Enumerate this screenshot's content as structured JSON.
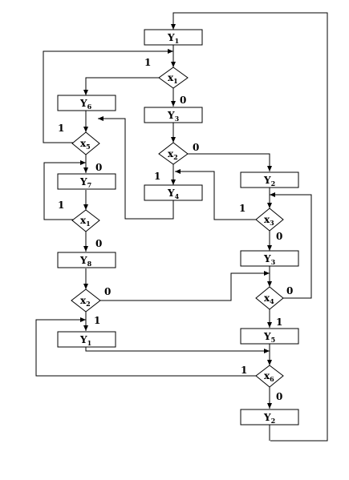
{
  "nodes": {
    "y1_top": {
      "base": "Y",
      "sub": "1"
    },
    "x1_top": {
      "base": "x",
      "sub": "1"
    },
    "y6": {
      "base": "Y",
      "sub": "6"
    },
    "y3_a": {
      "base": "Y",
      "sub": "3"
    },
    "x5": {
      "base": "x",
      "sub": "5"
    },
    "x2_a": {
      "base": "x",
      "sub": "2"
    },
    "y7": {
      "base": "Y",
      "sub": "7"
    },
    "y4": {
      "base": "Y",
      "sub": "4"
    },
    "y2_a": {
      "base": "Y",
      "sub": "2"
    },
    "x1_mid": {
      "base": "x",
      "sub": "1"
    },
    "x3": {
      "base": "x",
      "sub": "3"
    },
    "y8": {
      "base": "Y",
      "sub": "8"
    },
    "y3_b": {
      "base": "Y",
      "sub": "3"
    },
    "x2_b": {
      "base": "x",
      "sub": "2"
    },
    "x4": {
      "base": "x",
      "sub": "4"
    },
    "y1_b": {
      "base": "Y",
      "sub": "1"
    },
    "y5": {
      "base": "Y",
      "sub": "5"
    },
    "x6": {
      "base": "x",
      "sub": "6"
    },
    "y2_b": {
      "base": "Y",
      "sub": "2"
    }
  },
  "edge_labels": {
    "x1_top_true": "1",
    "x1_top_false": "0",
    "x5_true": "1",
    "x5_false": "0",
    "x2_a_false": "0",
    "x2_a_true": "1",
    "x1_mid_true": "1",
    "x1_mid_false": "0",
    "x3_true": "1",
    "x3_false": "0",
    "x2_b_false": "0",
    "x2_b_true": "1",
    "x4_false": "0",
    "x4_true": "1",
    "x6_true": "1",
    "x6_false": "0"
  }
}
